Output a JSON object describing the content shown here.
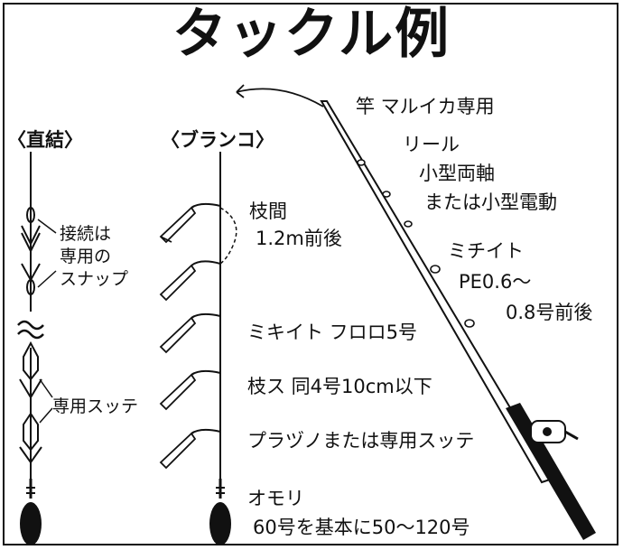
{
  "title": "タックル例",
  "left_rig": {
    "header": "〈直結〉",
    "note_connect": [
      "接続は",
      "専用の",
      "スナップ"
    ],
    "note_sutte": "専用スッテ"
  },
  "middle_rig": {
    "header": "〈ブランコ〉",
    "branch_interval": [
      "枝間",
      "1.2m前後"
    ],
    "mainline": "ミキイト  フロロ5号",
    "branch_line": "枝ス  同4号10cm以下",
    "lure": "プラヅノまたは専用スッテ",
    "sinker": [
      "オモリ",
      "60号を基本に50〜120号"
    ]
  },
  "rod": {
    "rod": "竿  マルイカ専用",
    "reel": [
      "リール",
      "小型両軸",
      "または小型電動"
    ],
    "line": [
      "ミチイト",
      "PE0.6〜",
      "0.8号前後"
    ]
  }
}
